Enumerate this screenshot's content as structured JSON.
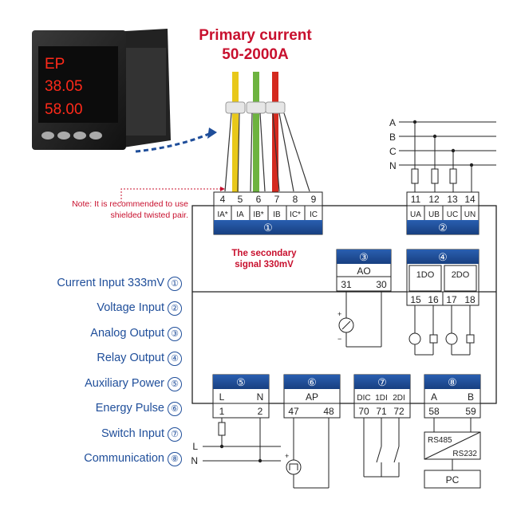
{
  "title": {
    "line1": "Primary current",
    "line2": "50-2000A"
  },
  "meter": {
    "row1": "EP",
    "row2": "38.05",
    "row3": "58.00"
  },
  "note": {
    "line1": "Note: It is recommended to use",
    "line2": "shielded twisted pair."
  },
  "secondary_signal": {
    "line1": "The secondary",
    "line2": "signal 330mV"
  },
  "phases": [
    "A",
    "B",
    "C",
    "N"
  ],
  "blocks": {
    "b1": {
      "num": "①",
      "terminals": [
        "4",
        "5",
        "6",
        "7",
        "8",
        "9"
      ],
      "labels": [
        "IA*",
        "IA",
        "IB*",
        "IB",
        "IC*",
        "IC"
      ]
    },
    "b2": {
      "num": "②",
      "terminals": [
        "11",
        "12",
        "13",
        "14"
      ],
      "labels": [
        "UA",
        "UB",
        "UC",
        "UN"
      ]
    },
    "b3": {
      "num": "③",
      "name": "AO",
      "terminals": [
        "31",
        "30"
      ]
    },
    "b4": {
      "num": "④",
      "names": [
        "1DO",
        "2DO"
      ],
      "terminals": [
        "15",
        "16",
        "17",
        "18"
      ]
    },
    "b5": {
      "num": "⑤",
      "labels": [
        "L",
        "N"
      ],
      "terminals": [
        "1",
        "2"
      ]
    },
    "b6": {
      "num": "⑥",
      "name": "AP",
      "terminals": [
        "47",
        "48"
      ]
    },
    "b7": {
      "num": "⑦",
      "labels": [
        "DIC",
        "1DI",
        "2DI"
      ],
      "terminals": [
        "70",
        "71",
        "72"
      ]
    },
    "b8": {
      "num": "⑧",
      "labels": [
        "A",
        "B"
      ],
      "terminals": [
        "58",
        "59"
      ]
    }
  },
  "power_lines": [
    "L",
    "N"
  ],
  "converter": {
    "top": "RS485",
    "bottom": "RS232"
  },
  "pc": "PC",
  "legend": [
    {
      "label": "Current Input 333mV",
      "num": "①"
    },
    {
      "label": "Voltage Input",
      "num": "②"
    },
    {
      "label": "Analog Output",
      "num": "③"
    },
    {
      "label": "Relay Output",
      "num": "④"
    },
    {
      "label": "Auxiliary Power",
      "num": "⑤"
    },
    {
      "label": "Energy Pulse",
      "num": "⑥"
    },
    {
      "label": "Switch Input",
      "num": "⑦"
    },
    {
      "label": "Communication",
      "num": "⑧"
    }
  ],
  "colors": {
    "accent_red": "#c8102e",
    "block_blue": "#1f4e9a",
    "legend_blue": "#1f4e9a",
    "wire_yellow": "#e8c81a",
    "wire_green": "#6db33f",
    "wire_red": "#d42a1f",
    "meter_red": "#ff2a1a"
  }
}
